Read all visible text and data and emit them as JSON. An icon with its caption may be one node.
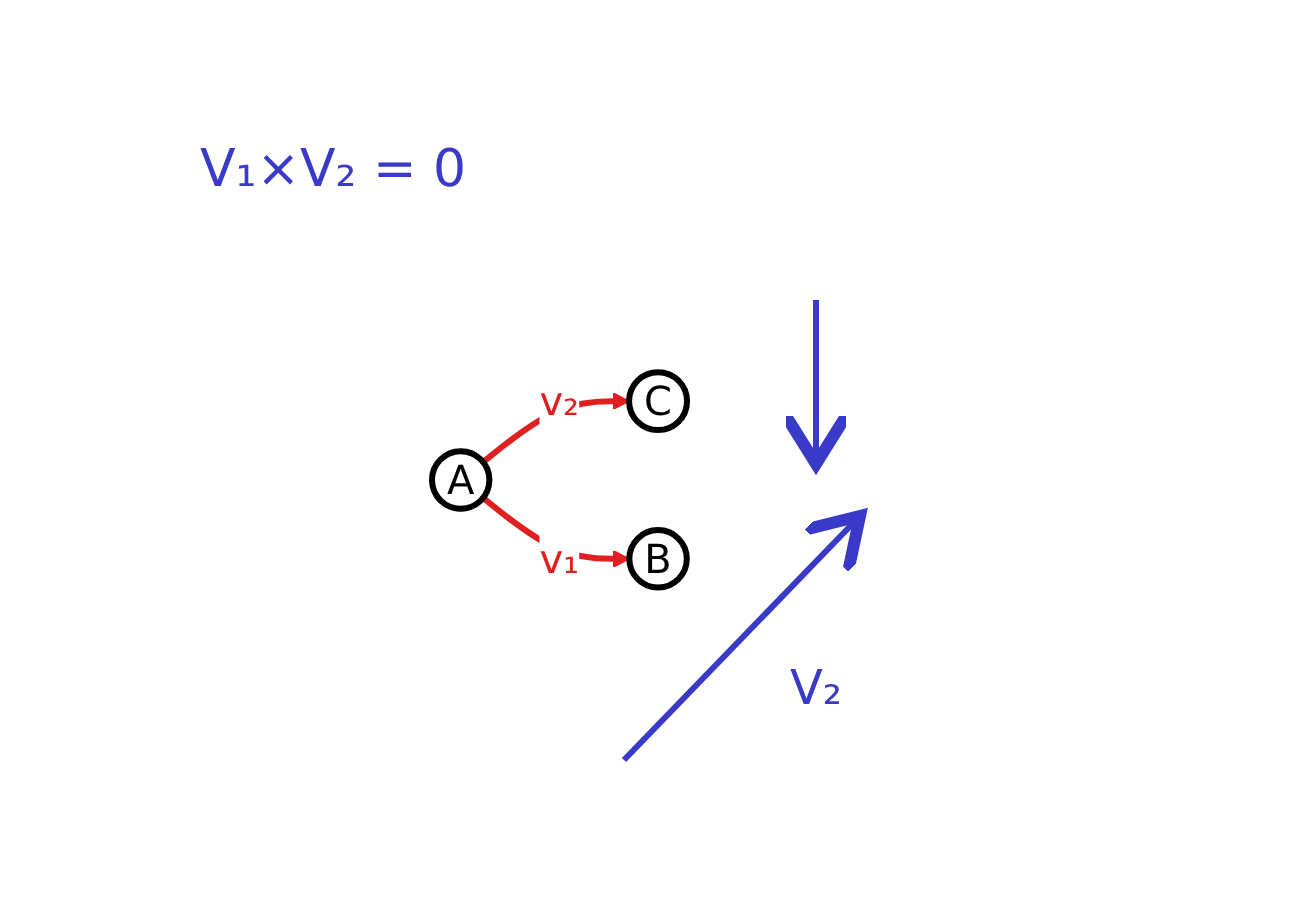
{
  "diagram": {
    "nodes": [
      {
        "text": [
          "C"
        ]
      },
      {
        "text": [
          "A"
        ]
      },
      {
        "text": [
          "B"
        ]
      }
    ],
    "edges": [
      {
        "from": 1,
        "to": 0,
        "arrow": "to",
        "label": "v₂"
      },
      {
        "from": 1,
        "to": 2,
        "arrow": "to",
        "label": "v₁"
      }
    ],
    "labels": [
      "V₁×V₂ = 0",
      "V₂"
    ]
  }
}
